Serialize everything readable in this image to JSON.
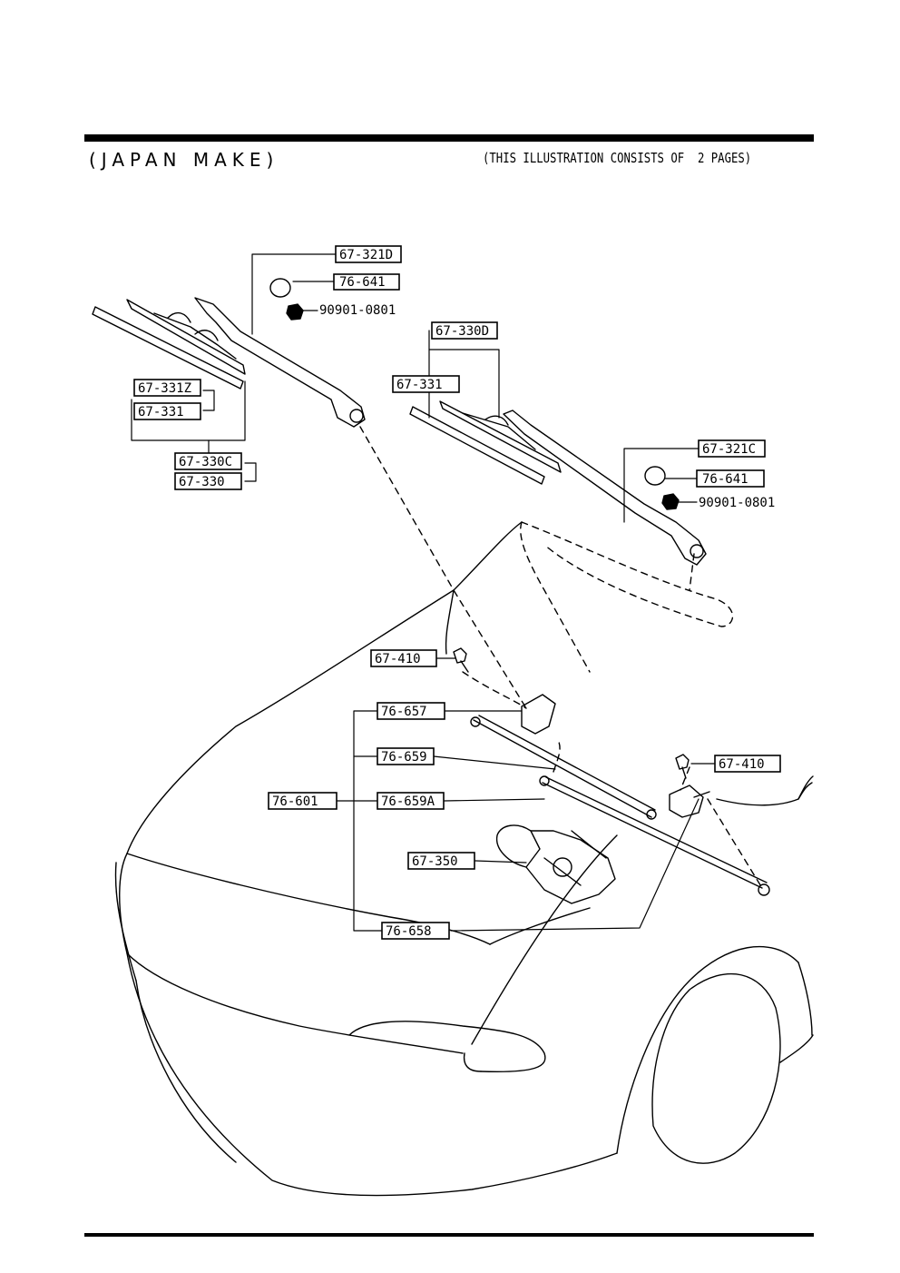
{
  "header": {
    "left": "(JAPAN MAKE)",
    "right": "(THIS ILLUSTRATION CONSISTS OF  2 PAGES)"
  },
  "callouts": {
    "arm_left": "67-321D",
    "cap_left": "76-641",
    "nut_left": "90901-0801",
    "blade_assy_left_alt": "67-331Z",
    "blade_rubber_left": "67-331",
    "blade_left_c": "67-330C",
    "blade_left": "67-330",
    "blade_right_d": "67-330D",
    "blade_rubber_right": "67-331",
    "arm_right": "67-321C",
    "cap_right": "76-641",
    "nut_right": "90901-0801",
    "bolt_upper": "67-410",
    "bolt_lower": "67-410",
    "pivot_upper": "76-657",
    "link_rod_long": "76-659",
    "link_rod_short": "76-659A",
    "linkage_assy": "76-601",
    "motor": "67-350",
    "pivot_lower": "76-658"
  }
}
